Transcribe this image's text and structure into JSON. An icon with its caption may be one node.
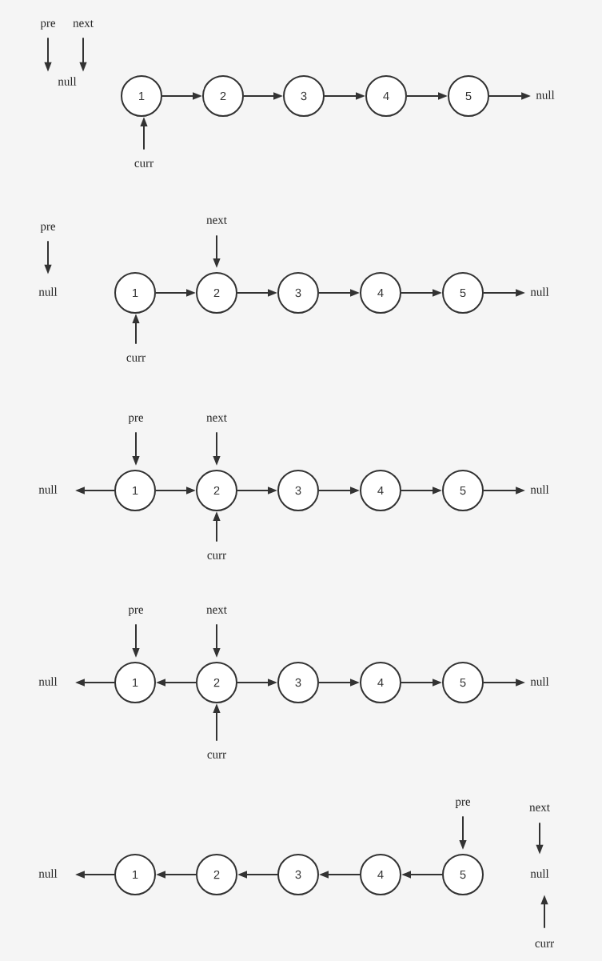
{
  "diagram": {
    "nodes": [
      {
        "text": [
          "pre"
        ]
      },
      {
        "text": [
          "next"
        ]
      },
      {
        "text": [
          "null"
        ]
      },
      {
        "text": [
          "1"
        ]
      },
      {
        "text": [
          "2"
        ]
      },
      {
        "text": [
          "3"
        ]
      },
      {
        "text": [
          "4"
        ]
      },
      {
        "text": [
          "5"
        ]
      },
      {
        "text": [
          "null"
        ]
      },
      {
        "text": [
          "curr"
        ]
      },
      {
        "text": [
          "pre"
        ]
      },
      {
        "text": [
          "next"
        ]
      },
      {
        "text": [
          "null"
        ]
      },
      {
        "text": [
          "1"
        ]
      },
      {
        "text": [
          "2"
        ]
      },
      {
        "text": [
          "3"
        ]
      },
      {
        "text": [
          "4"
        ]
      },
      {
        "text": [
          "5"
        ]
      },
      {
        "text": [
          "null"
        ]
      },
      {
        "text": [
          "curr"
        ]
      },
      {
        "text": [
          "pre"
        ]
      },
      {
        "text": [
          "next"
        ]
      },
      {
        "text": [
          "null"
        ]
      },
      {
        "text": [
          "1"
        ]
      },
      {
        "text": [
          "2"
        ]
      },
      {
        "text": [
          "3"
        ]
      },
      {
        "text": [
          "4"
        ]
      },
      {
        "text": [
          "5"
        ]
      },
      {
        "text": [
          "null"
        ]
      },
      {
        "text": [
          "curr"
        ]
      },
      {
        "text": [
          "pre"
        ]
      },
      {
        "text": [
          "next"
        ]
      },
      {
        "text": [
          "null"
        ]
      },
      {
        "text": [
          "1"
        ]
      },
      {
        "text": [
          "2"
        ]
      },
      {
        "text": [
          "3"
        ]
      },
      {
        "text": [
          "4"
        ]
      },
      {
        "text": [
          "5"
        ]
      },
      {
        "text": [
          "null"
        ]
      },
      {
        "text": [
          "curr"
        ]
      },
      {
        "text": [
          "pre"
        ]
      },
      {
        "text": [
          "next"
        ]
      },
      {
        "text": [
          "null"
        ]
      },
      {
        "text": [
          "1"
        ]
      },
      {
        "text": [
          "2"
        ]
      },
      {
        "text": [
          "3"
        ]
      },
      {
        "text": [
          "4"
        ]
      },
      {
        "text": [
          "5"
        ]
      },
      {
        "text": [
          "null"
        ]
      },
      {
        "text": [
          "curr"
        ]
      }
    ],
    "edges": [
      {
        "from": 0,
        "to": 2,
        "arrow": "to"
      },
      {
        "from": 1,
        "to": 2,
        "arrow": "to"
      },
      {
        "from": 3,
        "to": 4,
        "arrow": "to"
      },
      {
        "from": 4,
        "to": 5,
        "arrow": "to"
      },
      {
        "from": 5,
        "to": 6,
        "arrow": "to"
      },
      {
        "from": 6,
        "to": 7,
        "arrow": "to"
      },
      {
        "from": 7,
        "to": 8,
        "arrow": "to"
      },
      {
        "from": 9,
        "to": 3,
        "arrow": "to"
      },
      {
        "from": 10,
        "to": 12,
        "arrow": "to"
      },
      {
        "from": 11,
        "to": 14,
        "arrow": "to"
      },
      {
        "from": 13,
        "to": 14,
        "arrow": "to"
      },
      {
        "from": 14,
        "to": 15,
        "arrow": "to"
      },
      {
        "from": 15,
        "to": 16,
        "arrow": "to"
      },
      {
        "from": 16,
        "to": 17,
        "arrow": "to"
      },
      {
        "from": 17,
        "to": 18,
        "arrow": "to"
      },
      {
        "from": 19,
        "to": 13,
        "arrow": "to"
      },
      {
        "from": 20,
        "to": 23,
        "arrow": "to"
      },
      {
        "from": 21,
        "to": 24,
        "arrow": "to"
      },
      {
        "from": 23,
        "to": 22,
        "arrow": "to"
      },
      {
        "from": 23,
        "to": 24,
        "arrow": "to"
      },
      {
        "from": 24,
        "to": 25,
        "arrow": "to"
      },
      {
        "from": 25,
        "to": 26,
        "arrow": "to"
      },
      {
        "from": 26,
        "to": 27,
        "arrow": "to"
      },
      {
        "from": 27,
        "to": 28,
        "arrow": "to"
      },
      {
        "from": 29,
        "to": 24,
        "arrow": "to"
      },
      {
        "from": 30,
        "to": 33,
        "arrow": "to"
      },
      {
        "from": 31,
        "to": 34,
        "arrow": "to"
      },
      {
        "from": 33,
        "to": 32,
        "arrow": "to"
      },
      {
        "from": 34,
        "to": 33,
        "arrow": "to"
      },
      {
        "from": 34,
        "to": 35,
        "arrow": "to"
      },
      {
        "from": 35,
        "to": 36,
        "arrow": "to"
      },
      {
        "from": 36,
        "to": 37,
        "arrow": "to"
      },
      {
        "from": 37,
        "to": 38,
        "arrow": "to"
      },
      {
        "from": 39,
        "to": 34,
        "arrow": "to"
      },
      {
        "from": 40,
        "to": 47,
        "arrow": "to"
      },
      {
        "from": 41,
        "to": 48,
        "arrow": "to"
      },
      {
        "from": 43,
        "to": 42,
        "arrow": "to"
      },
      {
        "from": 44,
        "to": 43,
        "arrow": "to"
      },
      {
        "from": 45,
        "to": 44,
        "arrow": "to"
      },
      {
        "from": 46,
        "to": 45,
        "arrow": "to"
      },
      {
        "from": 47,
        "to": 46,
        "arrow": "to"
      },
      {
        "from": 49,
        "to": 48,
        "arrow": "to"
      }
    ]
  }
}
